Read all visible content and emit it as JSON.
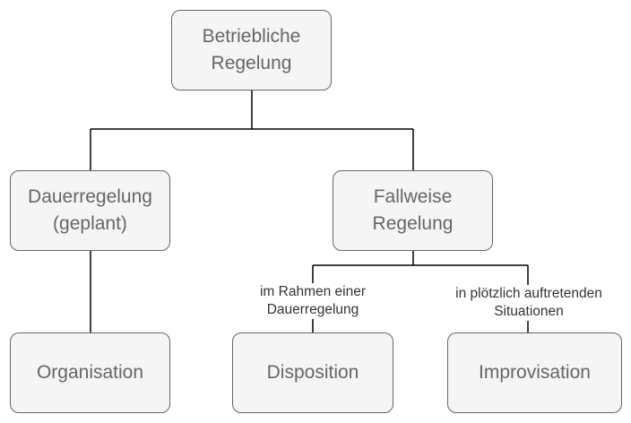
{
  "diagram": {
    "nodes": {
      "root": "Betriebliche\nRegelung",
      "dauer": "Dauerregelung\n(geplant)",
      "fall": "Fallweise\nRegelung",
      "organisation": "Organisation",
      "disposition": "Disposition",
      "improvisation": "Improvisation"
    },
    "edge_labels": {
      "rahmen": "im Rahmen einer\nDauerregelung",
      "ploetzlich": "in plötzlich auftretenden\nSituationen"
    },
    "colors": {
      "node_fill": "#f5f5f5",
      "node_stroke": "#666666",
      "node_text": "#666666",
      "connector": "#000000",
      "label_text": "#333333"
    }
  }
}
